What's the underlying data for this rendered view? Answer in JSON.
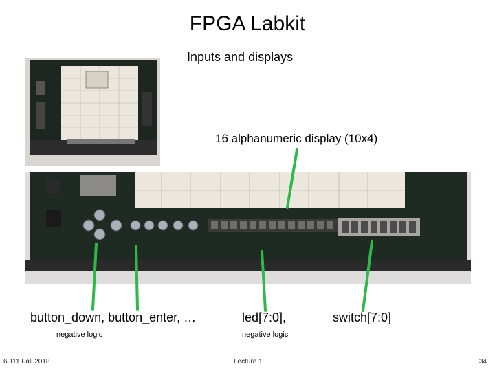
{
  "slide": {
    "title": "FPGA Labkit",
    "subtitle": "Inputs and displays",
    "display_label": "16 alphanumeric display (10x4)",
    "labels": {
      "buttons": "button_down, button_enter, …",
      "led": "led[7:0],",
      "switch": "switch[7:0]"
    },
    "notes": {
      "buttons": "negative logic",
      "led": "negative logic"
    },
    "footer": {
      "course": "6.111 Fall 2018",
      "lecture": "Lecture 1",
      "page": "34"
    }
  },
  "colors": {
    "arrow": "#2eb84a",
    "board": "#1f2a22",
    "breadboard": "#ece7dc"
  }
}
